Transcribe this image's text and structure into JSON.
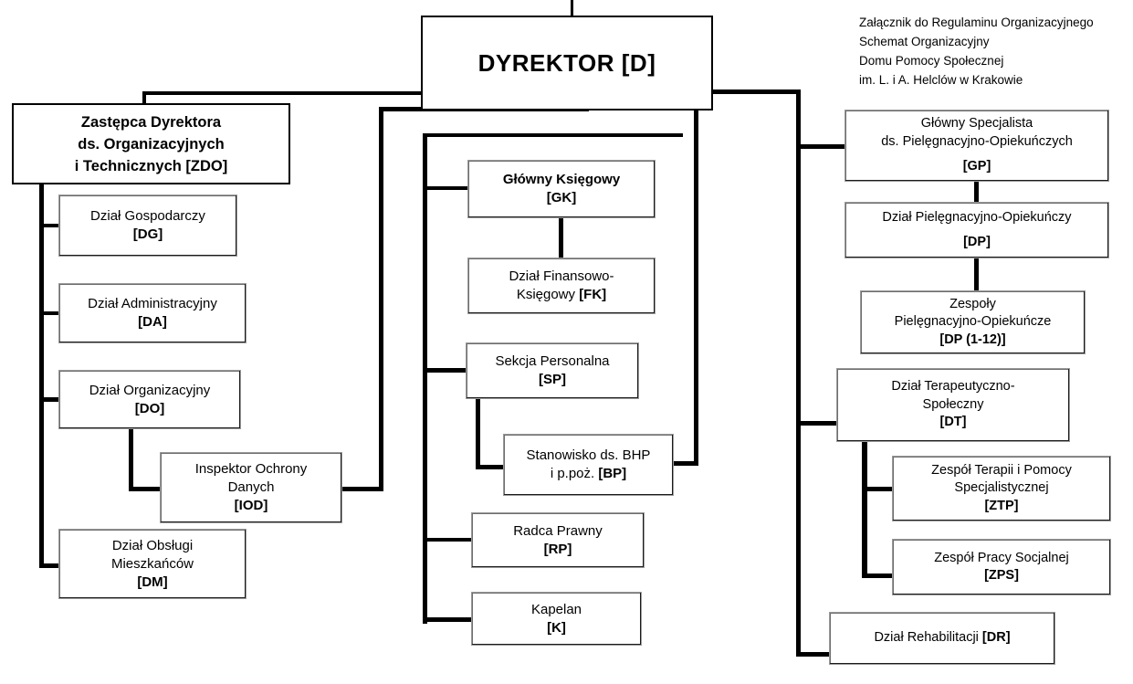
{
  "header_note": {
    "lines": [
      "Załącznik do Regulaminu Organizacyjnego",
      "Schemat Organizacyjny",
      "Domu Pomocy Społecznej",
      " im. L. i A. Helclów w Krakowie"
    ]
  },
  "chart_data": {
    "type": "diagram",
    "title": "Schemat Organizacyjny Domu Pomocy Społecznej im. L. i A. Helclów w Krakowie",
    "root": "D",
    "nodes": [
      {
        "id": "D",
        "name": "DYREKTOR",
        "code": "[D]",
        "parent": null
      },
      {
        "id": "ZDO",
        "name": "Zastępca Dyrektora ds. Organizacyjnych i Technicznych",
        "code": "[ZDO]",
        "parent": "D"
      },
      {
        "id": "DG",
        "name": "Dział Gospodarczy",
        "code": "[DG]",
        "parent": "ZDO"
      },
      {
        "id": "DA",
        "name": "Dział Administracyjny",
        "code": "[DA]",
        "parent": "ZDO"
      },
      {
        "id": "DO",
        "name": "Dział Organizacyjny",
        "code": "[DO]",
        "parent": "ZDO"
      },
      {
        "id": "IOD",
        "name": "Inspektor Ochrony Danych",
        "code": "[IOD]",
        "parent": "DO"
      },
      {
        "id": "DM",
        "name": "Dział Obsługi Mieszkańców",
        "code": "[DM]",
        "parent": "ZDO"
      },
      {
        "id": "GK",
        "name": "Główny Księgowy",
        "code": "[GK]",
        "parent": "D"
      },
      {
        "id": "FK",
        "name": "Dział Finansowo-Księgowy",
        "code": "[FK]",
        "parent": "GK"
      },
      {
        "id": "SP",
        "name": "Sekcja Personalna",
        "code": "[SP]",
        "parent": "D"
      },
      {
        "id": "BP",
        "name": "Stanowisko ds. BHP i p.poż.",
        "code": "[BP]",
        "parent": "D"
      },
      {
        "id": "RP",
        "name": "Radca Prawny",
        "code": "[RP]",
        "parent": "D"
      },
      {
        "id": "K",
        "name": "Kapelan",
        "code": "[K]",
        "parent": "D"
      },
      {
        "id": "GP",
        "name": "Główny Specjalista ds. Pielęgnacyjno-Opiekuńczych",
        "code": "[GP]",
        "parent": "D"
      },
      {
        "id": "DP",
        "name": "Dział Pielęgnacyjno-Opiekuńczy",
        "code": "[DP]",
        "parent": "GP"
      },
      {
        "id": "DP112",
        "name": "Zespoły Pielęgnacyjno-Opiekuńcze",
        "code": "[DP (1-12)]",
        "parent": "DP"
      },
      {
        "id": "DT",
        "name": "Dział Terapeutyczno-Społeczny",
        "code": "[DT]",
        "parent": "D"
      },
      {
        "id": "ZTP",
        "name": "Zespół Terapii i Pomocy Specjalistycznej",
        "code": "[ZTP]",
        "parent": "DT"
      },
      {
        "id": "ZPS",
        "name": "Zespół Pracy Socjalnej",
        "code": "[ZPS]",
        "parent": "DT"
      },
      {
        "id": "DR",
        "name": "Dział Rehabilitacji",
        "code": "[DR]",
        "parent": "D"
      }
    ]
  },
  "boxes": {
    "director": {
      "l1": "DYREKTOR  [D]"
    },
    "zdo": {
      "l1": "Zastępca Dyrektora",
      "l2": "ds. Organizacyjnych",
      "l3": "i Technicznych [ZDO]"
    },
    "dg": {
      "l1": "Dział Gospodarczy",
      "l2": "[DG]"
    },
    "da": {
      "l1": "Dział Administracyjny",
      "l2": "[DA]"
    },
    "do": {
      "l1": "Dział Organizacyjny",
      "l2": "[DO]"
    },
    "iod": {
      "l1": "Inspektor Ochrony",
      "l2": "Danych",
      "l3": "[IOD]"
    },
    "dm": {
      "l1": "Dział Obsługi",
      "l2": "Mieszkańców",
      "l3": "[DM]"
    },
    "gk": {
      "l1": "Główny Księgowy",
      "l2": "[GK]"
    },
    "fk": {
      "l1": "Dział Finansowo-",
      "l2": "Księgowy ",
      "l2b": "[FK]"
    },
    "sp": {
      "l1": "Sekcja Personalna",
      "l2": "[SP]"
    },
    "bp": {
      "l1": "Stanowisko ds. BHP",
      "l2": "i  p.poż. ",
      "l2b": "[BP]"
    },
    "rp": {
      "l1": "Radca Prawny",
      "l2": "[RP]"
    },
    "kapelan": {
      "l1": "Kapelan",
      "l2": "[K]"
    },
    "gp": {
      "l1": "Główny Specjalista",
      "l2": "ds. Pielęgnacyjno-Opiekuńczych",
      "l3": "[GP]"
    },
    "dp": {
      "l1": "Dział Pielęgnacyjno-Opiekuńczy",
      "l2": "[DP]"
    },
    "dp112": {
      "l1": "Zespoły",
      "l2": "Pielęgnacyjno-Opiekuńcze",
      "l3": "[DP (1-12)]"
    },
    "dt": {
      "l1": "Dział Terapeutyczno-",
      "l2": "Społeczny",
      "l3": "[DT]"
    },
    "ztp": {
      "l1": "Zespół Terapii i Pomocy",
      "l2": "Specjalistycznej",
      "l3": "[ZTP]"
    },
    "zps": {
      "l1": "Zespół Pracy Socjalnej",
      "l2": "[ZPS]"
    },
    "dr": {
      "l1": "Dział Rehabilitacji ",
      "l1b": "[DR]"
    }
  }
}
